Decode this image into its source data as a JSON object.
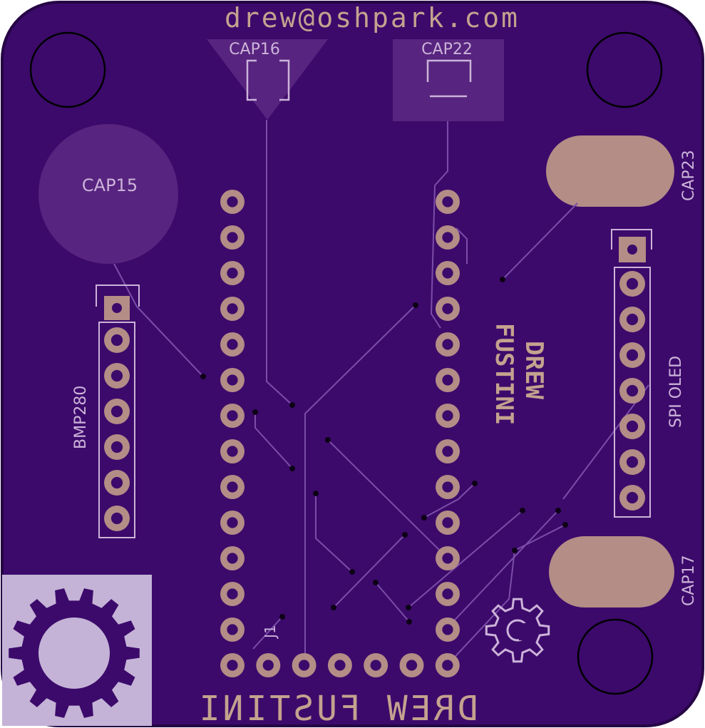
{
  "header": {
    "email": "drew@oshpark.com"
  },
  "labels": {
    "cap16": "CAP16",
    "cap22": "CAP22",
    "cap15": "CAP15",
    "cap23": "CAP23",
    "cap17": "CAP17",
    "bmp280": "BMP280",
    "spi_oled": "SPI OLED",
    "j1": "J1"
  },
  "credits": {
    "name_line1": "DREW",
    "name_line2": "FUSTINI",
    "bottom_mirrored": "DREW FUSTINI"
  },
  "colors": {
    "board": "#3c0a6b",
    "edge": "#260445",
    "silkscreen": "#ccb3d9",
    "copper_pad": "#b38d86",
    "drill": "#3c0a6b",
    "trace": "#7a4ea8",
    "zone": "#57247f"
  },
  "icons": [
    "mounting-hole-icon",
    "oshw-gear-icon",
    "open-hardware-logo-icon"
  ]
}
